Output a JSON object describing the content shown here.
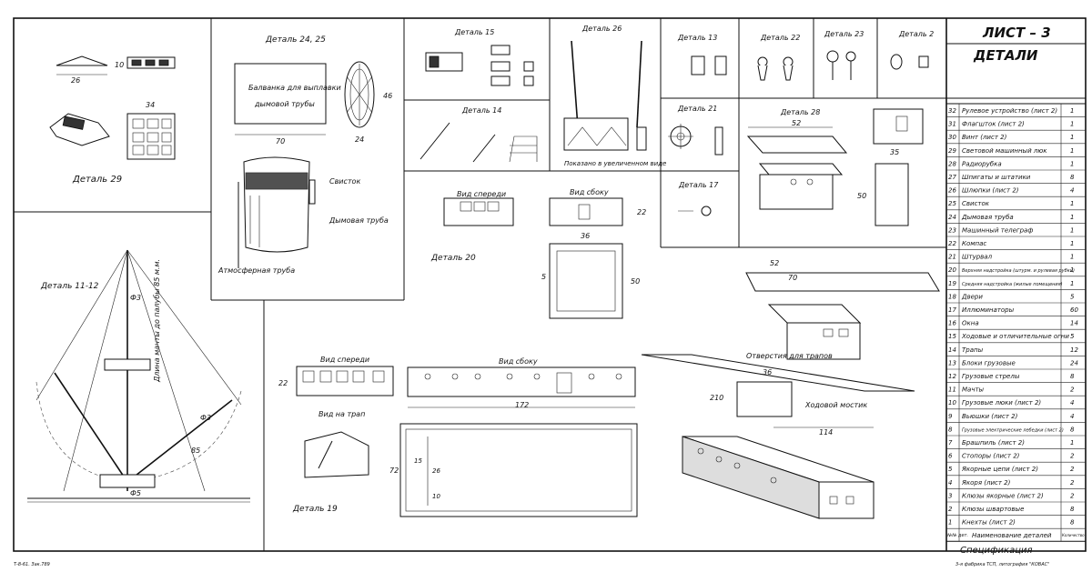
{
  "title_block": {
    "sheet": "ЛИСТ – 3",
    "title": "ДЕТАЛИ",
    "spec_caption": "Спецификация",
    "col_no": "№№ дет.",
    "col_name": "Наименование деталей",
    "col_qty": "Количество"
  },
  "spec": [
    {
      "no": "32",
      "name": "Рулевое устройство (лист 2)",
      "qty": "1"
    },
    {
      "no": "31",
      "name": "Флагшток (лист 2)",
      "qty": "1"
    },
    {
      "no": "30",
      "name": "Винт (лист 2)",
      "qty": "1"
    },
    {
      "no": "29",
      "name": "Световой машинный люк",
      "qty": "1"
    },
    {
      "no": "28",
      "name": "Радиорубка",
      "qty": "1"
    },
    {
      "no": "27",
      "name": "Шпигаты и штатики",
      "qty": "8"
    },
    {
      "no": "26",
      "name": "Шлюпки (лист 2)",
      "qty": "4"
    },
    {
      "no": "25",
      "name": "Свисток",
      "qty": "1"
    },
    {
      "no": "24",
      "name": "Дымовая труба",
      "qty": "1"
    },
    {
      "no": "23",
      "name": "Машинный телеграф",
      "qty": "1"
    },
    {
      "no": "22",
      "name": "Компас",
      "qty": "1"
    },
    {
      "no": "21",
      "name": "Штурвал",
      "qty": "1"
    },
    {
      "no": "20",
      "name": "Верхняя надстройка (штурм. и рулевая рубки)",
      "qty": "1"
    },
    {
      "no": "19",
      "name": "Средняя надстройка (жилые помещения)",
      "qty": "1"
    },
    {
      "no": "18",
      "name": "Двери",
      "qty": "5"
    },
    {
      "no": "17",
      "name": "Иллюминаторы",
      "qty": "60"
    },
    {
      "no": "16",
      "name": "Окна",
      "qty": "14"
    },
    {
      "no": "15",
      "name": "Ходовые и отличительные огни",
      "qty": "5"
    },
    {
      "no": "14",
      "name": "Трапы",
      "qty": "12"
    },
    {
      "no": "13",
      "name": "Блоки грузовые",
      "qty": "24"
    },
    {
      "no": "12",
      "name": "Грузовые стрелы",
      "qty": "8"
    },
    {
      "no": "11",
      "name": "Мачты",
      "qty": "2"
    },
    {
      "no": "10",
      "name": "Грузовые люки (лист 2)",
      "qty": "4"
    },
    {
      "no": "9",
      "name": "Вьюшки (лист 2)",
      "qty": "4"
    },
    {
      "no": "8",
      "name": "Грузовые электрические лебедки (лист 2)",
      "qty": "8"
    },
    {
      "no": "7",
      "name": "Брашпиль (лист 2)",
      "qty": "1"
    },
    {
      "no": "6",
      "name": "Стопоры (лист 2)",
      "qty": "2"
    },
    {
      "no": "5",
      "name": "Якорные цепи (лист 2)",
      "qty": "2"
    },
    {
      "no": "4",
      "name": "Якоря (лист 2)",
      "qty": "2"
    },
    {
      "no": "3",
      "name": "Клюзы якорные (лист 2)",
      "qty": "2"
    },
    {
      "no": "2",
      "name": "Клюзы швартовые",
      "qty": "8"
    },
    {
      "no": "1",
      "name": "Кнехты (лист 2)",
      "qty": "8"
    }
  ],
  "labels": {
    "d29": "Деталь 29",
    "d2425": "Деталь 24, 25",
    "d1112": "Деталь 11-12",
    "d15": "Деталь 15",
    "d26": "Деталь 26",
    "d13": "Деталь 13",
    "d22": "Деталь 22",
    "d23": "Деталь 23",
    "d2": "Деталь 2",
    "d14": "Деталь 14",
    "d21": "Деталь 21",
    "d17": "Деталь 17",
    "d28": "Деталь 28",
    "d20": "Деталь 20",
    "d19": "Деталь 19",
    "ballast": "Балванка для выплавки",
    "ballast2": "дымовой трубы",
    "whistle": "Свисток",
    "funnel": "Дымовая труба",
    "atm_pipe": "Атмосферная труба",
    "mast_len": "Длина мачты до палубы 85 м.м.",
    "front_view": "Вид спереди",
    "side_view": "Вид сбоку",
    "front_view2": "Вид спереди",
    "side_view2": "Вид сбоку",
    "ladder_view": "Вид на трап",
    "enlarged": "Показано в увеличенном виде",
    "ladder_holes": "Отверстия для трапов",
    "bridge": "Ходовой мостик"
  },
  "dims": {
    "d29w": "26",
    "d29h": "10",
    "d29b": "34",
    "d24w": "70",
    "d24h": "46",
    "d24d": "24",
    "d20w": "36",
    "d20h": "22",
    "d20d": "50",
    "d20s": "5",
    "d19w": "172",
    "d19h": "22",
    "d19d": "72",
    "d19a": "26",
    "d19b": "15",
    "d19c": "10",
    "d28w": "52",
    "d28d": "35",
    "d28h": "50",
    "iso_a": "52",
    "iso_b": "70",
    "iso_c": "210",
    "iso_d": "114",
    "iso_e": "36",
    "phi3": "Ф3",
    "phi5": "Ф5",
    "len85": "85"
  },
  "footer": {
    "left": "Т-8-61. Зак.789",
    "right": "3-я фабрика ТСП, литография \"КОВАС\""
  }
}
